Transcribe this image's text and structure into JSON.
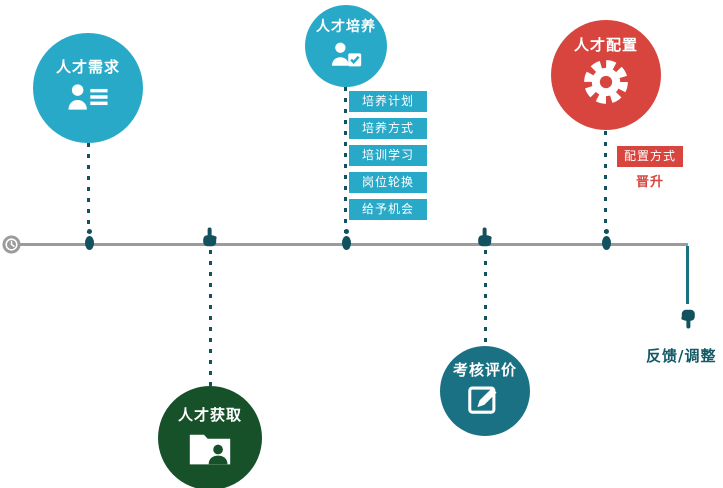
{
  "palette": {
    "cyan": "#29a9c8",
    "dark_green": "#17512a",
    "teal": "#1a7184",
    "red": "#d8453e",
    "timeline_gray": "#9b9b9b",
    "connector_dark_teal": "#12525e"
  },
  "icons": {
    "timeline_start": "clock-icon",
    "demand": "person-list-icon",
    "acquire": "folder-person-icon",
    "develop": "person-check-icon",
    "evaluate": "pencil-paper-icon",
    "allocate": "gear-icon",
    "junction_markers": [
      "pin-oval-icon",
      "hand-up-icon",
      "hand-down-icon"
    ]
  },
  "nodes": {
    "demand": {
      "title": "人才需求"
    },
    "acquire": {
      "title": "人才获取"
    },
    "develop": {
      "title": "人才培养",
      "items": [
        "培养计划",
        "培养方式",
        "培训学习",
        "岗位轮换",
        "给予机会"
      ]
    },
    "evaluate": {
      "title": "考核评价"
    },
    "allocate": {
      "title": "人才配置",
      "tag": "配置方式",
      "note": "晋升"
    },
    "feedback": {
      "label": "反馈/调整"
    }
  }
}
